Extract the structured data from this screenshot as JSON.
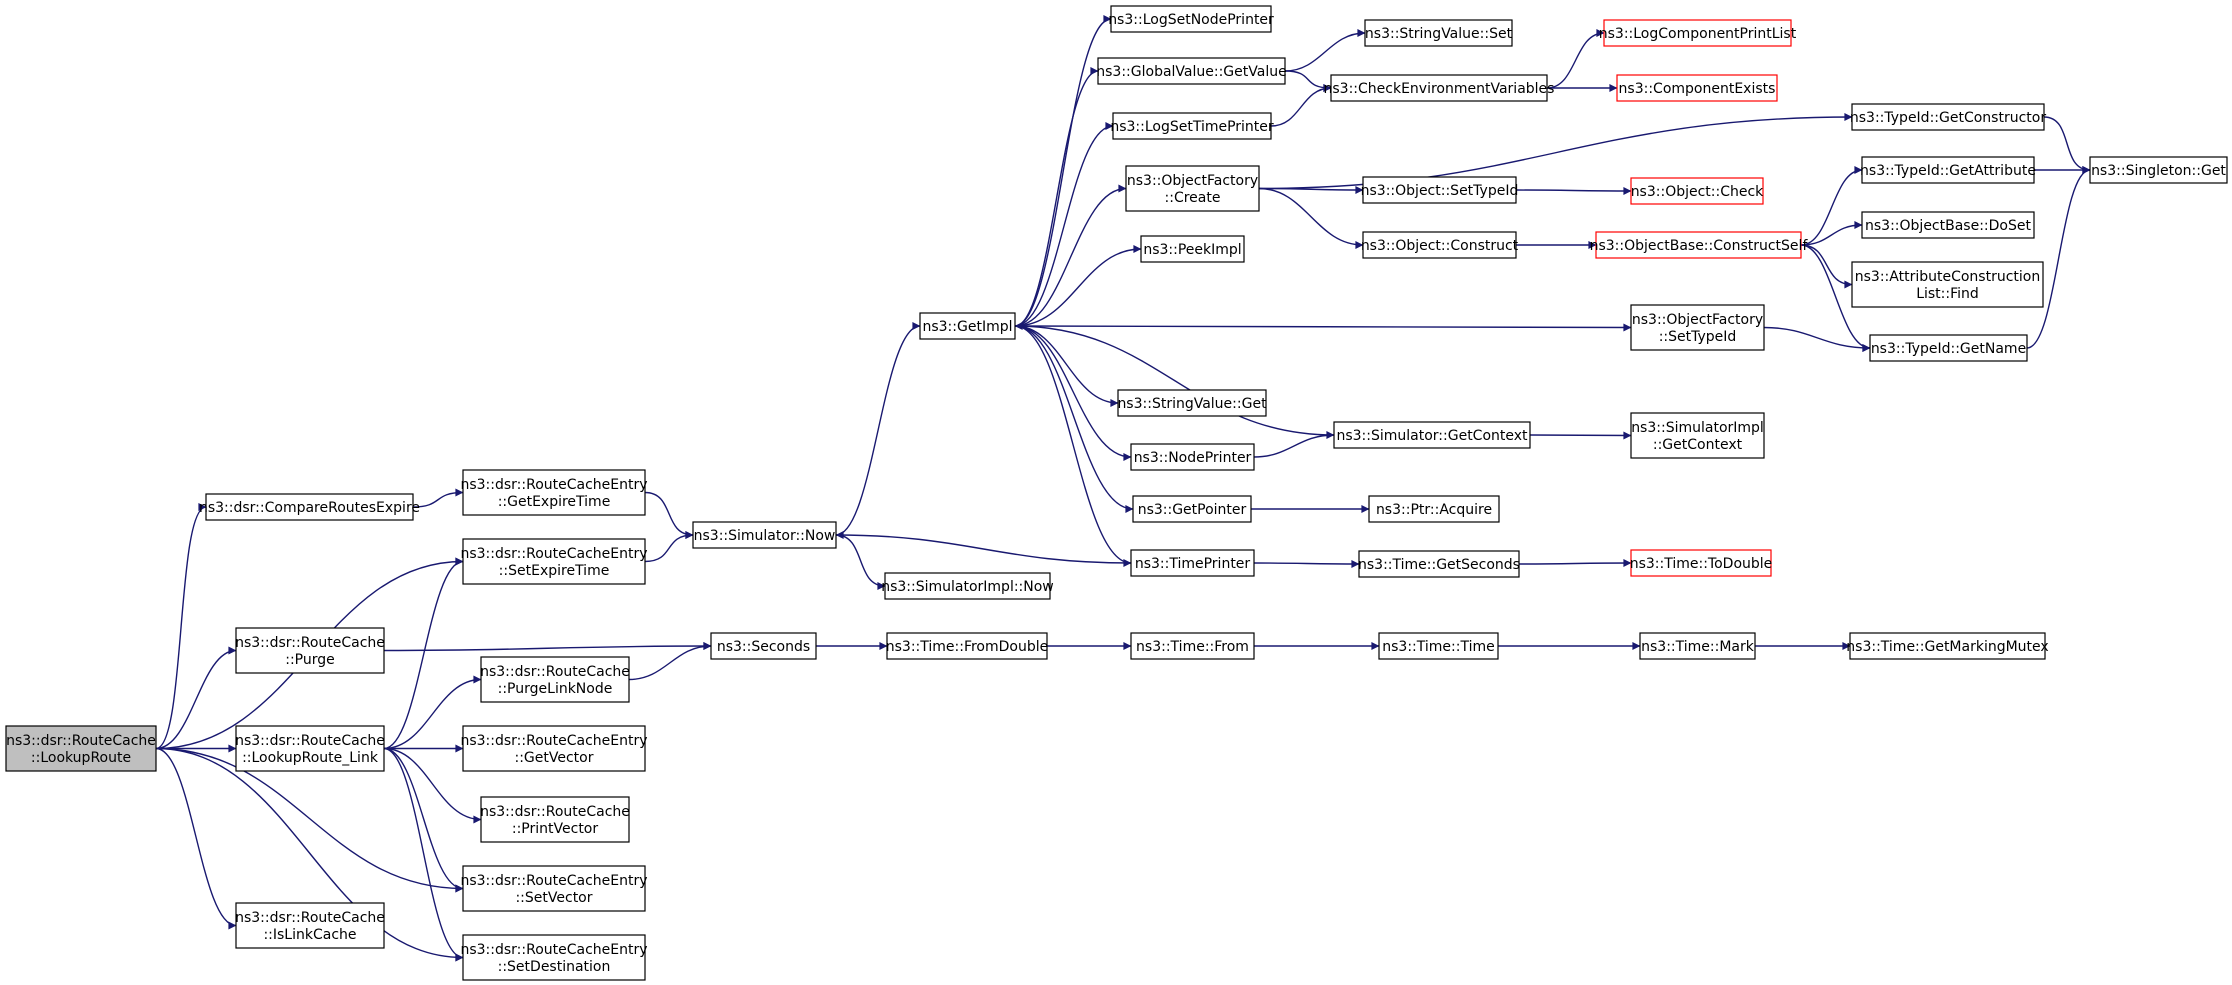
{
  "nodes": [
    {
      "id": "lookuproute",
      "lines": [
        "ns3::dsr::RouteCache",
        "::LookupRoute"
      ],
      "style": "highlight"
    },
    {
      "id": "compareroutesexpire",
      "lines": [
        "ns3::dsr::CompareRoutesExpire"
      ],
      "style": "normal"
    },
    {
      "id": "rce-getexpiretime",
      "lines": [
        "ns3::dsr::RouteCacheEntry",
        "::GetExpireTime"
      ],
      "style": "normal"
    },
    {
      "id": "rce-setexpiretime",
      "lines": [
        "ns3::dsr::RouteCacheEntry",
        "::SetExpireTime"
      ],
      "style": "normal"
    },
    {
      "id": "routecache-purge",
      "lines": [
        "ns3::dsr::RouteCache",
        "::Purge"
      ],
      "style": "normal"
    },
    {
      "id": "lookuproute-link",
      "lines": [
        "ns3::dsr::RouteCache",
        "::LookupRoute_Link"
      ],
      "style": "normal"
    },
    {
      "id": "purgelinknode",
      "lines": [
        "ns3::dsr::RouteCache",
        "::PurgeLinkNode"
      ],
      "style": "normal"
    },
    {
      "id": "rce-getvector",
      "lines": [
        "ns3::dsr::RouteCacheEntry",
        "::GetVector"
      ],
      "style": "normal"
    },
    {
      "id": "printvector",
      "lines": [
        "ns3::dsr::RouteCache",
        "::PrintVector"
      ],
      "style": "normal"
    },
    {
      "id": "rce-setvector",
      "lines": [
        "ns3::dsr::RouteCacheEntry",
        "::SetVector"
      ],
      "style": "normal"
    },
    {
      "id": "islinkcache",
      "lines": [
        "ns3::dsr::RouteCache",
        "::IsLinkCache"
      ],
      "style": "normal"
    },
    {
      "id": "rce-setdestination",
      "lines": [
        "ns3::dsr::RouteCacheEntry",
        "::SetDestination"
      ],
      "style": "normal"
    },
    {
      "id": "simulator-now",
      "lines": [
        "ns3::Simulator::Now"
      ],
      "style": "normal"
    },
    {
      "id": "seconds",
      "lines": [
        "ns3::Seconds"
      ],
      "style": "normal"
    },
    {
      "id": "getimpl",
      "lines": [
        "ns3::GetImpl"
      ],
      "style": "normal"
    },
    {
      "id": "simulatorimpl-now",
      "lines": [
        "ns3::SimulatorImpl::Now"
      ],
      "style": "normal"
    },
    {
      "id": "time-fromdouble",
      "lines": [
        "ns3::Time::FromDouble"
      ],
      "style": "normal"
    },
    {
      "id": "logsetnodeprinter",
      "lines": [
        "ns3::LogSetNodePrinter"
      ],
      "style": "normal"
    },
    {
      "id": "globalvalue-getvalue",
      "lines": [
        "ns3::GlobalValue::GetValue"
      ],
      "style": "normal"
    },
    {
      "id": "logsettimeprinter",
      "lines": [
        "ns3::LogSetTimePrinter"
      ],
      "style": "normal"
    },
    {
      "id": "objectfactory-create",
      "lines": [
        "ns3::ObjectFactory",
        "::Create"
      ],
      "style": "normal"
    },
    {
      "id": "peekimpl",
      "lines": [
        "ns3::PeekImpl"
      ],
      "style": "normal"
    },
    {
      "id": "stringvalue-get",
      "lines": [
        "ns3::StringValue::Get"
      ],
      "style": "normal"
    },
    {
      "id": "nodeprinter",
      "lines": [
        "ns3::NodePrinter"
      ],
      "style": "normal"
    },
    {
      "id": "getpointer",
      "lines": [
        "ns3::GetPointer"
      ],
      "style": "normal"
    },
    {
      "id": "timeprinter",
      "lines": [
        "ns3::TimePrinter"
      ],
      "style": "normal"
    },
    {
      "id": "time-from",
      "lines": [
        "ns3::Time::From"
      ],
      "style": "normal"
    },
    {
      "id": "stringvalue-set",
      "lines": [
        "ns3::StringValue::Set"
      ],
      "style": "normal"
    },
    {
      "id": "checkenvvars",
      "lines": [
        "ns3::CheckEnvironmentVariables"
      ],
      "style": "normal"
    },
    {
      "id": "object-settypeid",
      "lines": [
        "ns3::Object::SetTypeId"
      ],
      "style": "normal"
    },
    {
      "id": "object-construct",
      "lines": [
        "ns3::Object::Construct"
      ],
      "style": "normal"
    },
    {
      "id": "simulator-getcontext",
      "lines": [
        "ns3::Simulator::GetContext"
      ],
      "style": "normal"
    },
    {
      "id": "ptr-acquire",
      "lines": [
        "ns3::Ptr::Acquire"
      ],
      "style": "normal"
    },
    {
      "id": "time-getseconds",
      "lines": [
        "ns3::Time::GetSeconds"
      ],
      "style": "normal"
    },
    {
      "id": "time-time",
      "lines": [
        "ns3::Time::Time"
      ],
      "style": "normal"
    },
    {
      "id": "logcomponentprintlist",
      "lines": [
        "ns3::LogComponentPrintList"
      ],
      "style": "red"
    },
    {
      "id": "componentexists",
      "lines": [
        "ns3::ComponentExists"
      ],
      "style": "red"
    },
    {
      "id": "object-check",
      "lines": [
        "ns3::Object::Check"
      ],
      "style": "red"
    },
    {
      "id": "objectbase-constructself",
      "lines": [
        "ns3::ObjectBase::ConstructSelf"
      ],
      "style": "red"
    },
    {
      "id": "objectfactory-settypeid",
      "lines": [
        "ns3::ObjectFactory",
        "::SetTypeId"
      ],
      "style": "normal"
    },
    {
      "id": "simulatorimpl-getcontext",
      "lines": [
        "ns3::SimulatorImpl",
        "::GetContext"
      ],
      "style": "normal"
    },
    {
      "id": "time-todouble",
      "lines": [
        "ns3::Time::ToDouble"
      ],
      "style": "red"
    },
    {
      "id": "time-mark",
      "lines": [
        "ns3::Time::Mark"
      ],
      "style": "normal"
    },
    {
      "id": "typeid-getconstructor",
      "lines": [
        "ns3::TypeId::GetConstructor"
      ],
      "style": "normal"
    },
    {
      "id": "typeid-getattribute",
      "lines": [
        "ns3::TypeId::GetAttribute"
      ],
      "style": "normal"
    },
    {
      "id": "objectbase-doset",
      "lines": [
        "ns3::ObjectBase::DoSet"
      ],
      "style": "normal"
    },
    {
      "id": "attrconstructionlist-find",
      "lines": [
        "ns3::AttributeConstruction",
        "List::Find"
      ],
      "style": "normal"
    },
    {
      "id": "typeid-getname",
      "lines": [
        "ns3::TypeId::GetName"
      ],
      "style": "normal"
    },
    {
      "id": "time-getmarkingmutex",
      "lines": [
        "ns3::Time::GetMarkingMutex"
      ],
      "style": "normal"
    },
    {
      "id": "singleton-get",
      "lines": [
        "ns3::Singleton::Get"
      ],
      "style": "normal"
    }
  ],
  "edges": [
    [
      "lookuproute",
      "compareroutesexpire"
    ],
    [
      "lookuproute",
      "rce-setexpiretime"
    ],
    [
      "lookuproute",
      "routecache-purge"
    ],
    [
      "lookuproute",
      "lookuproute-link"
    ],
    [
      "lookuproute",
      "rce-setvector"
    ],
    [
      "lookuproute",
      "islinkcache"
    ],
    [
      "lookuproute",
      "rce-setdestination"
    ],
    [
      "compareroutesexpire",
      "rce-getexpiretime"
    ],
    [
      "rce-getexpiretime",
      "simulator-now"
    ],
    [
      "rce-setexpiretime",
      "simulator-now"
    ],
    [
      "routecache-purge",
      "seconds"
    ],
    [
      "lookuproute-link",
      "rce-setexpiretime"
    ],
    [
      "lookuproute-link",
      "purgelinknode"
    ],
    [
      "lookuproute-link",
      "rce-getvector"
    ],
    [
      "lookuproute-link",
      "printvector"
    ],
    [
      "lookuproute-link",
      "rce-setvector"
    ],
    [
      "lookuproute-link",
      "rce-setdestination"
    ],
    [
      "purgelinknode",
      "seconds"
    ],
    [
      "simulator-now",
      "getimpl"
    ],
    [
      "simulator-now",
      "simulatorimpl-now"
    ],
    [
      "seconds",
      "time-fromdouble"
    ],
    [
      "time-fromdouble",
      "time-from"
    ],
    [
      "time-from",
      "time-time"
    ],
    [
      "time-time",
      "time-mark"
    ],
    [
      "time-mark",
      "time-getmarkingmutex"
    ],
    [
      "getimpl",
      "logsetnodeprinter"
    ],
    [
      "getimpl",
      "globalvalue-getvalue"
    ],
    [
      "getimpl",
      "logsettimeprinter"
    ],
    [
      "getimpl",
      "objectfactory-create"
    ],
    [
      "getimpl",
      "peekimpl"
    ],
    [
      "getimpl",
      "objectfactory-settypeid"
    ],
    [
      "getimpl",
      "stringvalue-get"
    ],
    [
      "getimpl",
      "nodeprinter"
    ],
    [
      "getimpl",
      "getpointer"
    ],
    [
      "getimpl",
      "timeprinter"
    ],
    [
      "globalvalue-getvalue",
      "stringvalue-set"
    ],
    [
      "globalvalue-getvalue",
      "checkenvvars"
    ],
    [
      "logsettimeprinter",
      "checkenvvars"
    ],
    [
      "checkenvvars",
      "logcomponentprintlist"
    ],
    [
      "checkenvvars",
      "componentexists"
    ],
    [
      "objectfactory-create",
      "typeid-getconstructor"
    ],
    [
      "objectfactory-create",
      "object-settypeid"
    ],
    [
      "objectfactory-create",
      "object-construct"
    ],
    [
      "object-settypeid",
      "object-check"
    ],
    [
      "object-construct",
      "objectbase-constructself"
    ],
    [
      "objectbase-constructself",
      "typeid-getattribute"
    ],
    [
      "objectbase-constructself",
      "objectbase-doset"
    ],
    [
      "objectbase-constructself",
      "attrconstructionlist-find"
    ],
    [
      "objectbase-constructself",
      "typeid-getname"
    ],
    [
      "objectfactory-settypeid",
      "typeid-getname"
    ],
    [
      "typeid-getconstructor",
      "singleton-get"
    ],
    [
      "typeid-getattribute",
      "singleton-get"
    ],
    [
      "typeid-getname",
      "singleton-get"
    ],
    [
      "simulator-getcontext",
      "getimpl"
    ],
    [
      "simulator-getcontext",
      "simulatorimpl-getcontext"
    ],
    [
      "nodeprinter",
      "simulator-getcontext"
    ],
    [
      "getpointer",
      "ptr-acquire"
    ],
    [
      "timeprinter",
      "simulator-now"
    ],
    [
      "timeprinter",
      "time-getseconds"
    ],
    [
      "time-getseconds",
      "time-todouble"
    ]
  ]
}
